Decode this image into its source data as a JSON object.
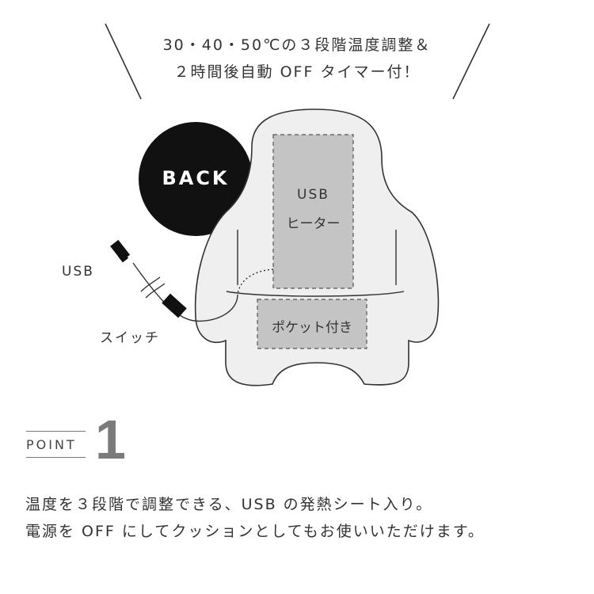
{
  "header": {
    "line1": "30・40・50℃の３段階温度調整＆",
    "line2": "２時間後自動 OFF タイマー付！"
  },
  "diagram": {
    "badge_text": "BACK",
    "heater_line1": "USB",
    "heater_line2": "ヒーター",
    "pocket_label": "ポケット付き",
    "usb_label": "USB",
    "switch_label": "スイッチ"
  },
  "point": {
    "label": "POINT",
    "number": "1"
  },
  "description": {
    "line1": "温度を３段階で調整できる、USB の発熱シート入り。",
    "line2": "電源を OFF にしてクッションとしてもお使いいただけます。"
  },
  "colors": {
    "badge": "#111111",
    "cushion_fill": "#efefef",
    "heater_fill": "#c4c4c4",
    "point_number": "#7a7a7a"
  }
}
